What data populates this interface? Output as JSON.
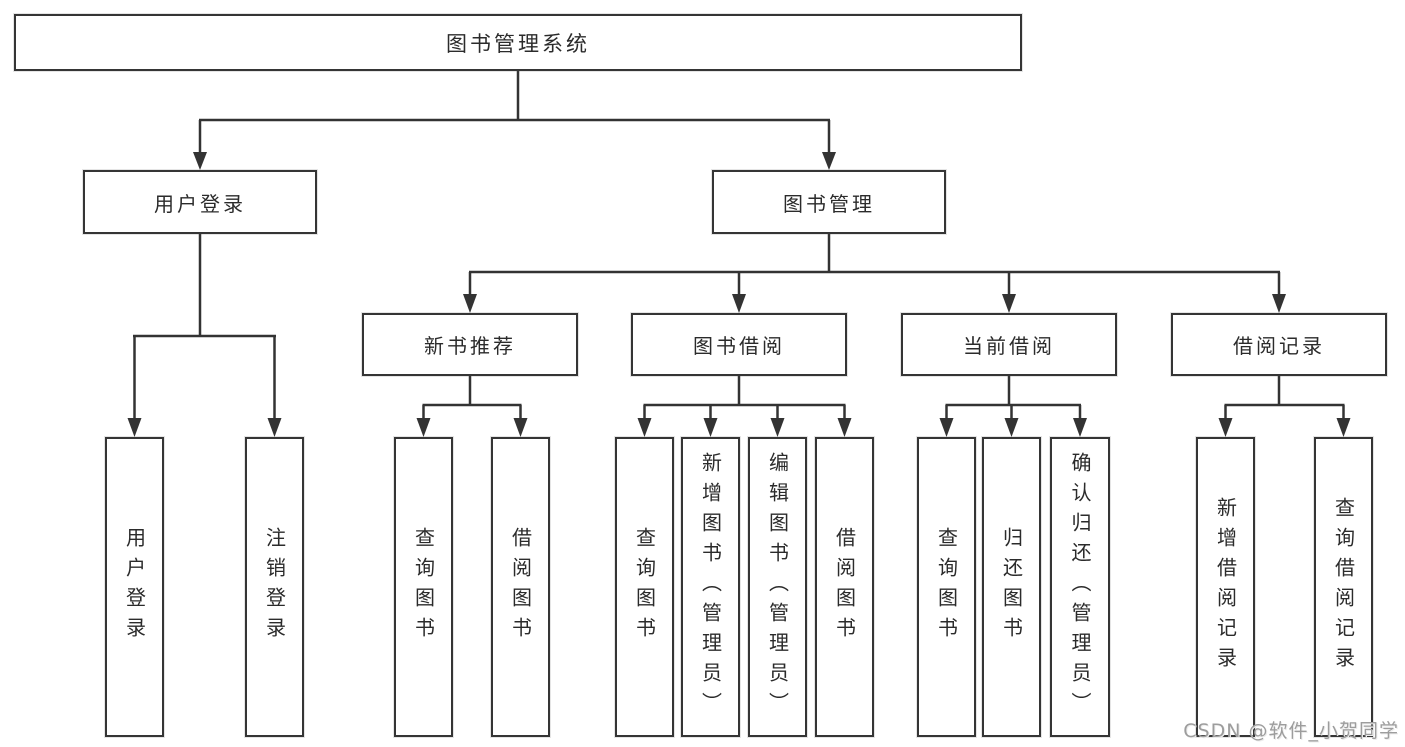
{
  "tree": {
    "root": "图书管理系统",
    "branches": [
      {
        "label": "用户登录",
        "children": [
          "用户登录",
          "注销登录"
        ]
      },
      {
        "label": "图书管理",
        "children": [
          {
            "label": "新书推荐",
            "children": [
              "查询图书",
              "借阅图书"
            ]
          },
          {
            "label": "图书借阅",
            "children": [
              "查询图书",
              "新增图书（管理员）",
              "编辑图书（管理员）",
              "借阅图书"
            ]
          },
          {
            "label": "当前借阅",
            "children": [
              "查询图书",
              "归还图书",
              "确认归还（管理员）"
            ]
          },
          {
            "label": "借阅记录",
            "children": [
              "新增借阅记录",
              "查询借阅记录"
            ]
          }
        ]
      }
    ]
  },
  "colors": {
    "line": "#333333",
    "border": "#353535",
    "text": "#2b2b2b",
    "watermark": "#9d9d9d"
  },
  "watermark": {
    "text": "CSDN @软件_小贺同学"
  }
}
